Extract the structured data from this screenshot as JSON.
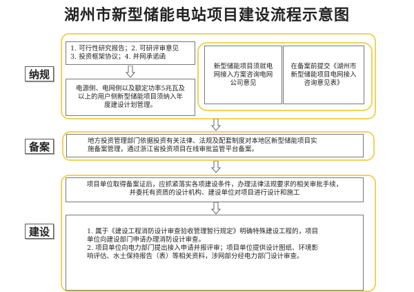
{
  "title": "湖州市新型储能电站项目建设流程示意图",
  "stages": {
    "nagui": {
      "label": "纳规",
      "box1": [
        "1. 可行性研究报告；2. 可研评审意见",
        "3. 投资框架协议；4. 并网承诺函"
      ],
      "box2": [
        "电源侧、电网侧以及额定功率5兆瓦及",
        "以上的用户侧新型储能项目须纳入年",
        "度建设计划管理。"
      ],
      "box3": [
        "新型储能项目须就电",
        "网接入方案咨询电网",
        "公司意见"
      ],
      "box4": [
        "在备案前提交《湖州市",
        "新型储能项目电网接入",
        "咨询意见表》"
      ]
    },
    "beian": {
      "label": "备案",
      "box1": [
        "地方投资管理部门依据投资有关法律、法规及配套制度对本地区新型储能项目实",
        "施备案管理，通过浙江省投资项目在线审批监管平台备案。"
      ]
    },
    "jianshe": {
      "label": "建设",
      "box1": [
        "项目单位取得备案证后，应抓紧落实各项建设条件，办理法律法规要求的相关审批手续，",
        "并委托有资质的设计机构、建设单位对项目进行设计和施工"
      ],
      "box2": [
        "1. 属于《建设工程消防设计审查验收管理暂行规定》明确特殊建设工程的，项目",
        "单位向建设部门申请办理消防设计审查。",
        "2. 项目单位向电力部门提出接入申请并报评审；项目单位提供设计图纸、环境影",
        "响评估、水土保持报告（表）等相关资料，涉网部分经电力部门设计审查。"
      ]
    }
  },
  "colors": {
    "outline_yellow": "#f0d25a",
    "box_border": "#777777"
  }
}
